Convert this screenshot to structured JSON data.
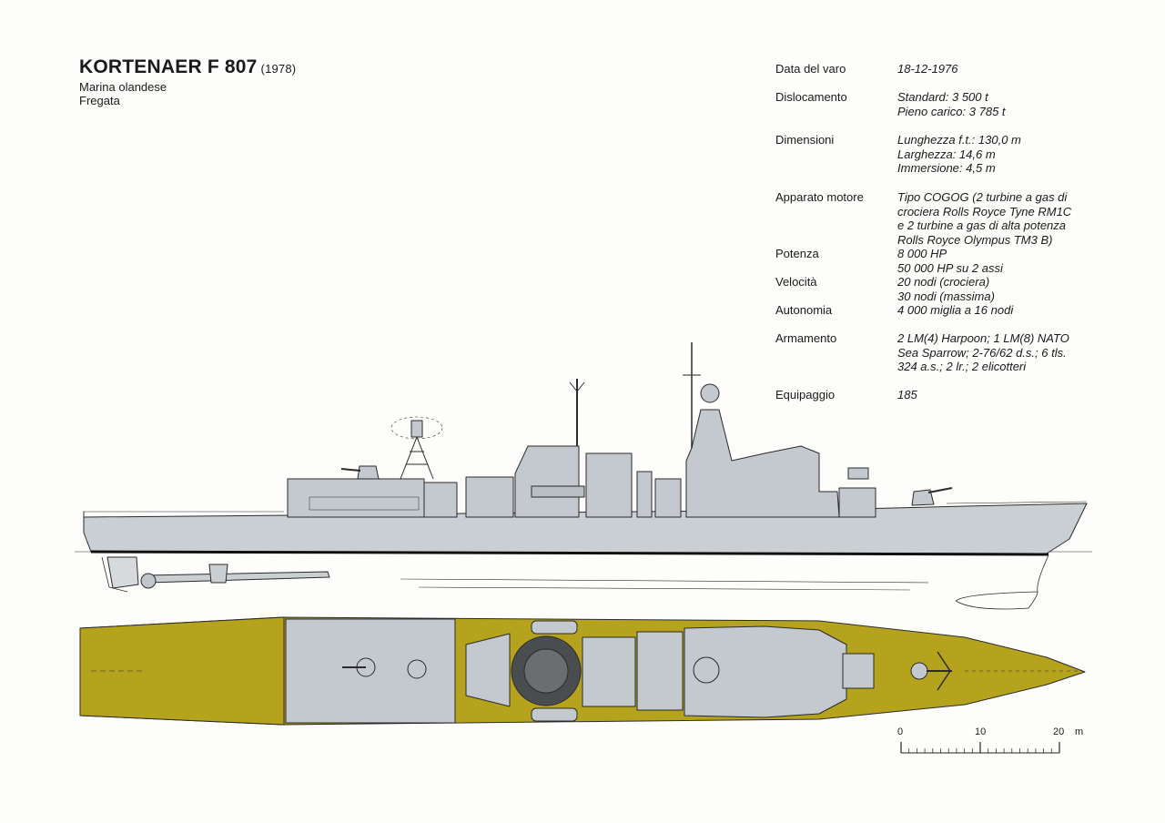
{
  "header": {
    "name": "KORTENAER F 807",
    "year": "(1978)",
    "navy": "Marina olandese",
    "type": "Fregata"
  },
  "specs": [
    {
      "label": "Data del varo",
      "lines": [
        "18-12-1976"
      ]
    },
    {
      "label": "Dislocamento",
      "lines": [
        "Standard: 3 500 t",
        "Pieno carico: 3 785 t"
      ]
    },
    {
      "label": "Dimensioni",
      "lines": [
        "Lunghezza f.t.: 130,0 m",
        "Larghezza: 14,6 m",
        "Immersione: 4,5 m"
      ]
    },
    {
      "label": "Apparato motore",
      "lines": [
        "Tipo COGOG (2 turbine a gas di",
        "crociera Rolls Royce Tyne RM1C",
        "e 2 turbine a gas di alta potenza",
        "Rolls Royce Olympus TM3 B)"
      ]
    },
    {
      "label": "Potenza",
      "lines": [
        "8 000 HP",
        "50 000 HP su 2 assi"
      ]
    },
    {
      "label": "Velocità",
      "lines": [
        "20 nodi (crociera)",
        "30 nodi (massima)"
      ]
    },
    {
      "label": "Autonomia",
      "lines": [
        "4 000 miglia a 16 nodi"
      ]
    },
    {
      "label": "Armamento",
      "lines": [
        "2 LM(4) Harpoon; 1 LM(8) NATO",
        "Sea Sparrow; 2-76/62 d.s.; 6 tls.",
        "324 a.s.; 2 lr.; 2 elicotteri"
      ]
    },
    {
      "label": "Equipaggio",
      "lines": [
        "185"
      ]
    }
  ],
  "scale": {
    "ticks": [
      "0",
      "10",
      "20"
    ],
    "unit": "m"
  },
  "colors": {
    "hull": "#c9cfd3",
    "superstructure": "#c3c9ce",
    "deck": "#b5a31e",
    "line": "#2b2b2b",
    "dark": "#4a4d50"
  }
}
